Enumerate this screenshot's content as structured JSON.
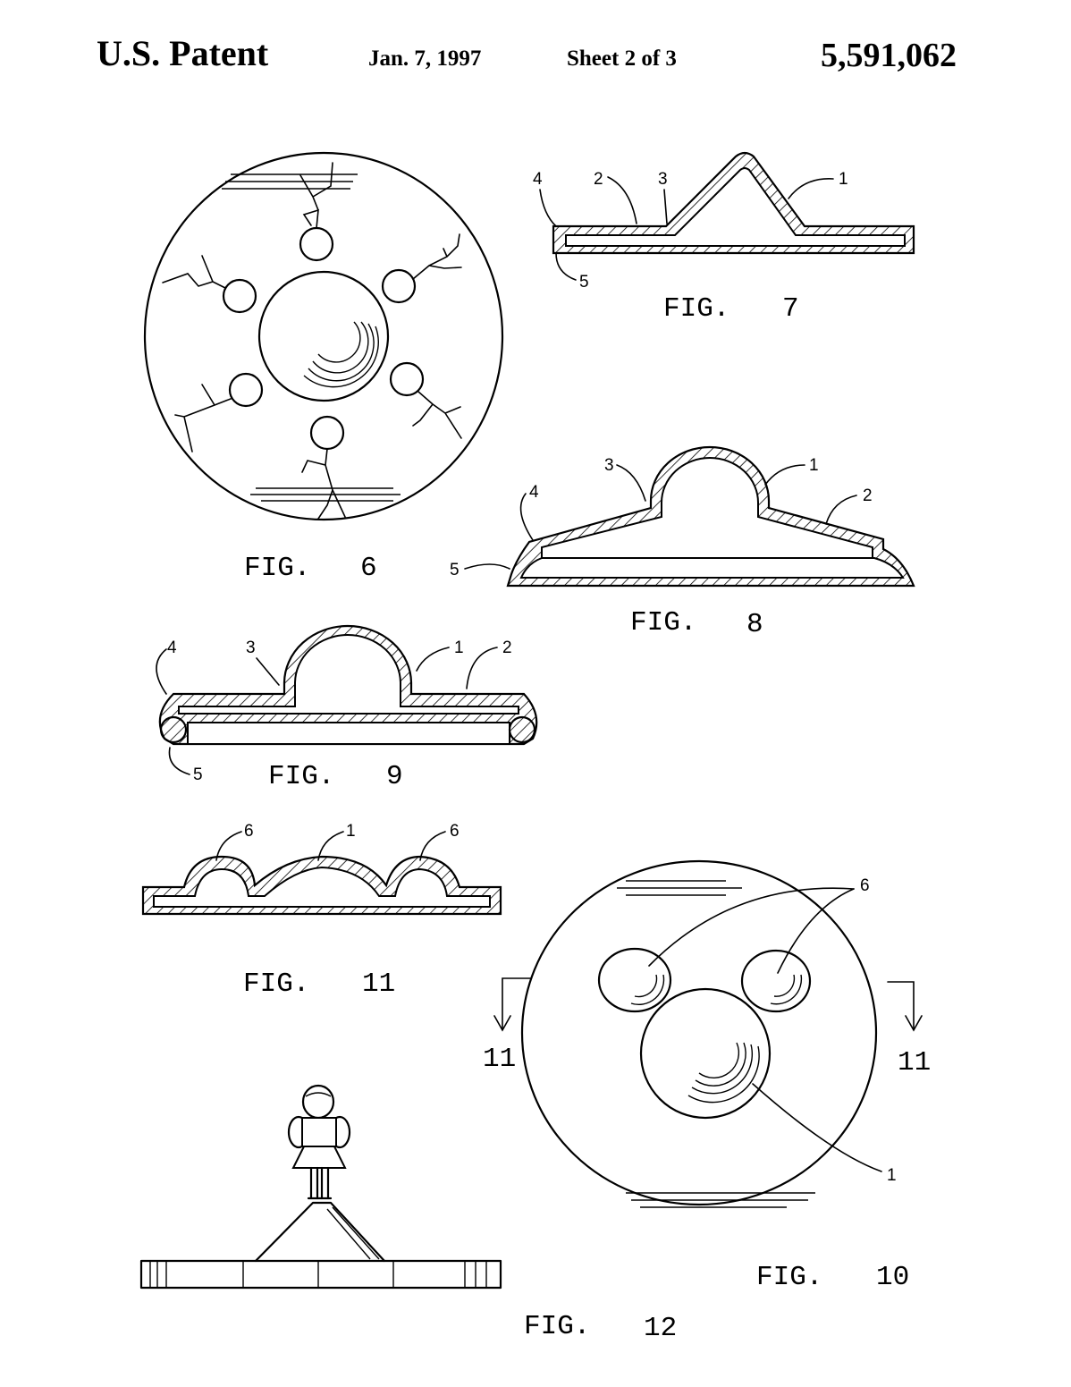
{
  "header": {
    "left": "U.S. Patent",
    "date": "Jan. 7, 1997",
    "sheet": "Sheet 2 of 3",
    "number": "5,591,062"
  },
  "figures": {
    "fig6": {
      "caption_word": "FIG.",
      "caption_num": "6"
    },
    "fig7": {
      "caption_word": "FIG.",
      "caption_num": "7",
      "refs": [
        "4",
        "2",
        "3",
        "1",
        "5"
      ]
    },
    "fig8": {
      "caption_word": "FIG.",
      "caption_num": "8",
      "refs": [
        "3",
        "1",
        "4",
        "2",
        "5"
      ]
    },
    "fig9": {
      "caption_word": "FIG.",
      "caption_num": "9",
      "refs": [
        "4",
        "3",
        "1",
        "2",
        "5"
      ]
    },
    "fig10": {
      "caption_word": "FIG.",
      "caption_num": "10",
      "refs": [
        "6",
        "1"
      ],
      "section_left": "11",
      "section_right": "11"
    },
    "fig11": {
      "caption_word": "FIG.",
      "caption_num": "11",
      "refs": [
        "6",
        "1",
        "6"
      ]
    },
    "fig12": {
      "caption_word": "FIG.",
      "caption_num": "12"
    }
  }
}
